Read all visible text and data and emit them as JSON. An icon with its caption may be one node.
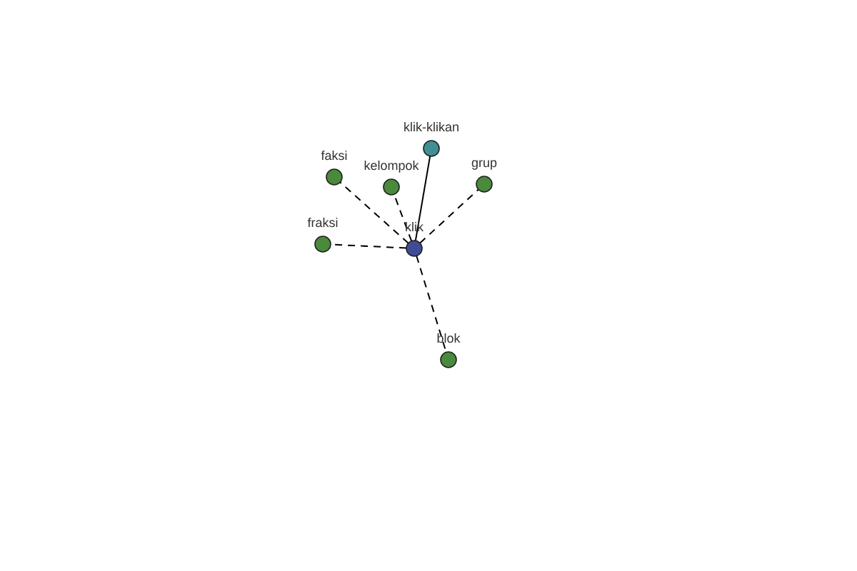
{
  "diagram": {
    "nodes": [
      {
        "text": [
          "klik-klikan"
        ]
      },
      {
        "text": [
          "faksi"
        ]
      },
      {
        "text": [
          "kelompok"
        ]
      },
      {
        "text": [
          "grup"
        ]
      },
      {
        "text": [
          "fraksi"
        ]
      },
      {
        "text": [
          "klik"
        ]
      },
      {
        "text": [
          "blok"
        ]
      }
    ],
    "edges": [
      {
        "from": 5,
        "to": 0,
        "arrow": "none"
      },
      {
        "from": 5,
        "to": 1,
        "arrow": "none",
        "style": "dashed"
      },
      {
        "from": 5,
        "to": 2,
        "arrow": "none",
        "style": "dashed"
      },
      {
        "from": 5,
        "to": 3,
        "arrow": "none",
        "style": "dashed"
      },
      {
        "from": 5,
        "to": 4,
        "arrow": "none",
        "style": "dashed"
      },
      {
        "from": 5,
        "to": 6,
        "arrow": "none",
        "style": "dashed"
      }
    ]
  }
}
